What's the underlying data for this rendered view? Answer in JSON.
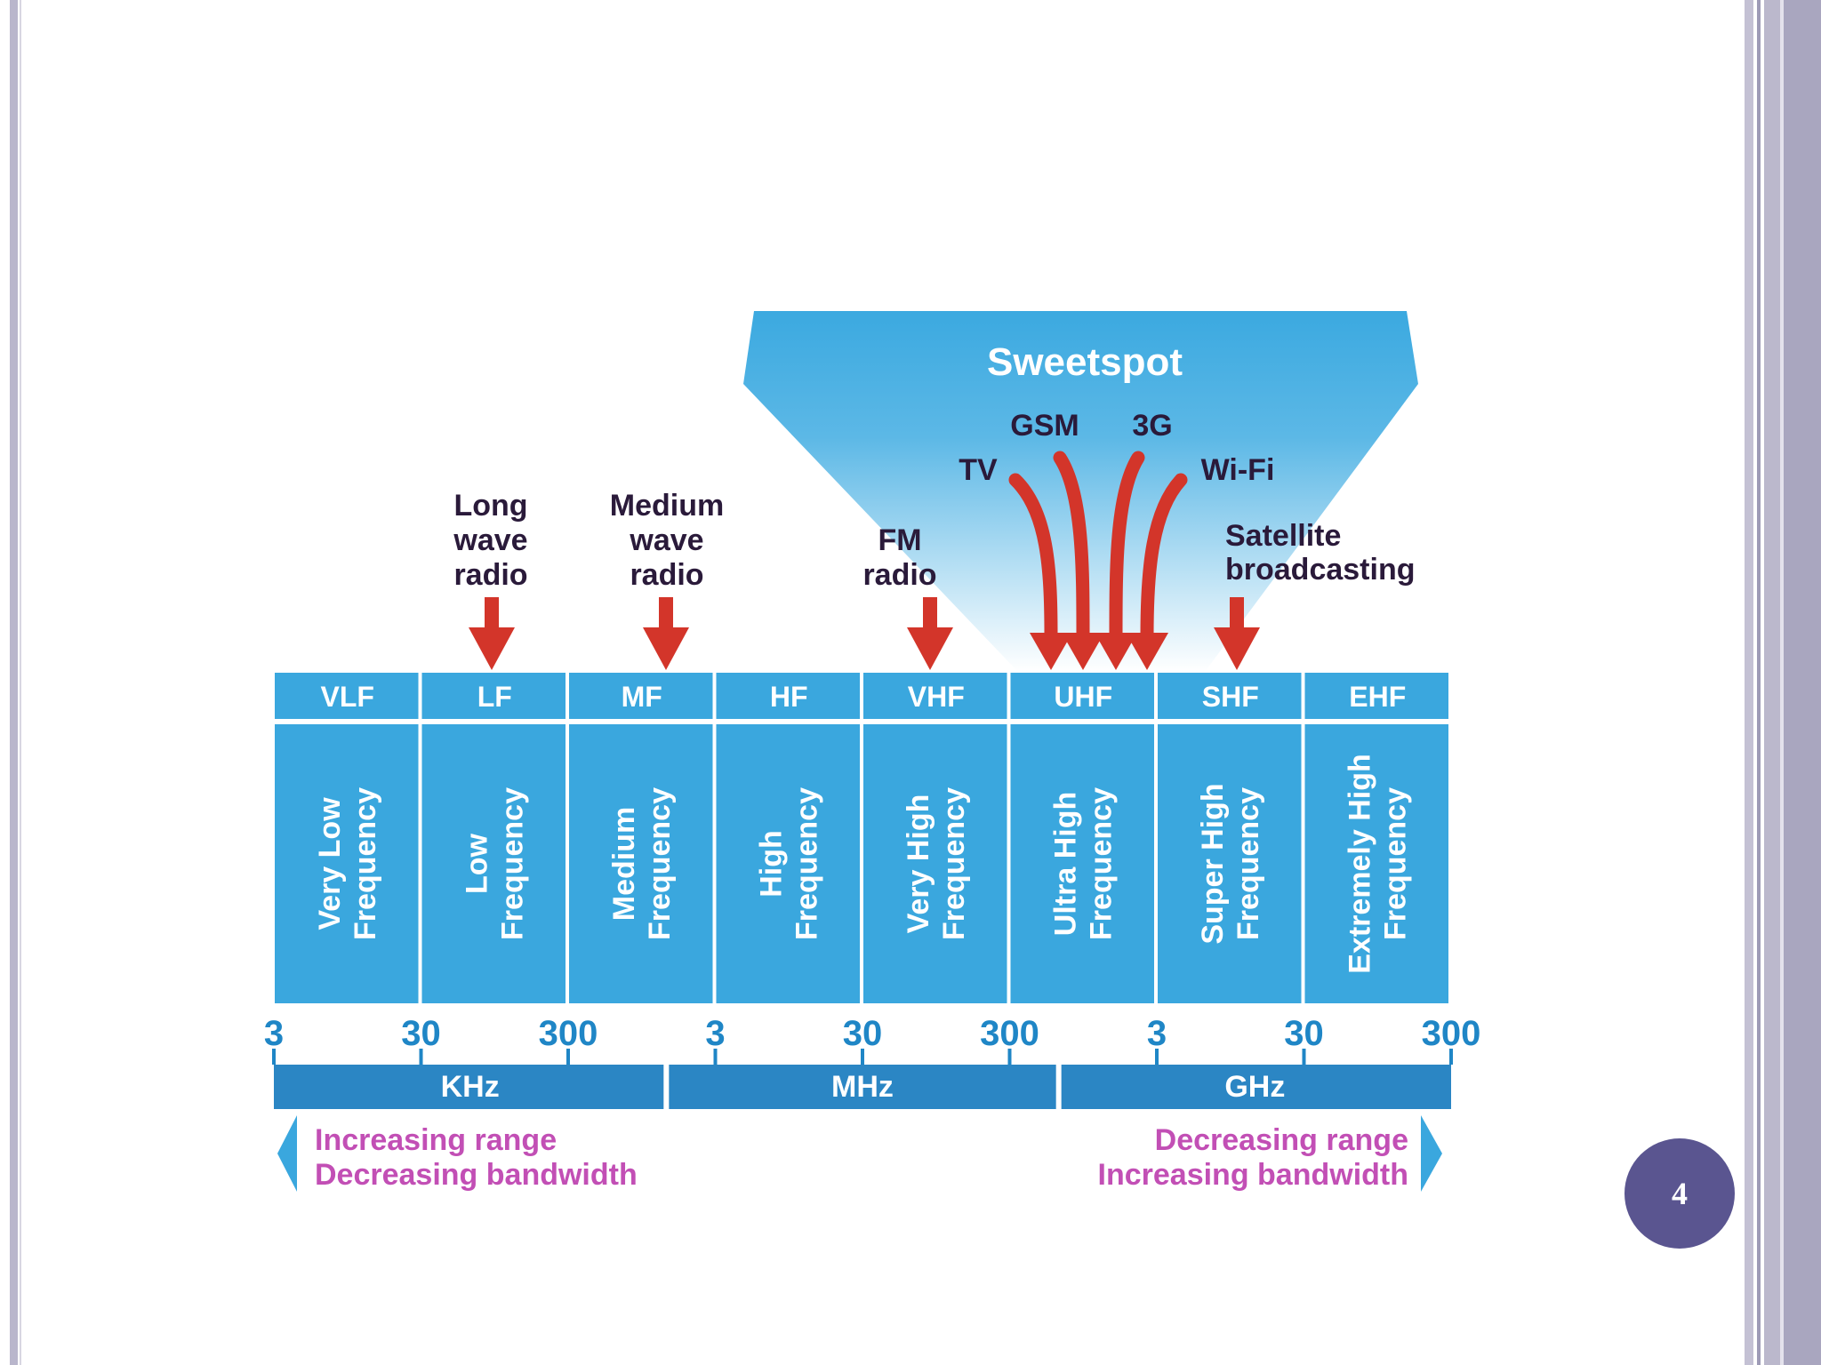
{
  "sweetspot": {
    "title": "Sweetspot",
    "applications": [
      "TV",
      "GSM",
      "3G",
      "Wi-Fi"
    ]
  },
  "applications": [
    {
      "lines": [
        "Long",
        "wave",
        "radio"
      ],
      "band": "LF"
    },
    {
      "lines": [
        "Medium",
        "wave",
        "radio"
      ],
      "band": "MF"
    },
    {
      "lines": [
        "FM",
        "radio"
      ],
      "band": "VHF"
    },
    {
      "lines": [
        "Satellite",
        "broadcasting"
      ],
      "band": "SHF"
    }
  ],
  "bands": [
    {
      "abbr": "VLF",
      "name_lines": [
        "Very Low",
        "Frequency"
      ]
    },
    {
      "abbr": "LF",
      "name_lines": [
        "Low",
        "Frequency"
      ]
    },
    {
      "abbr": "MF",
      "name_lines": [
        "Medium",
        "Frequency"
      ]
    },
    {
      "abbr": "HF",
      "name_lines": [
        "High",
        "Frequency"
      ]
    },
    {
      "abbr": "VHF",
      "name_lines": [
        "Very High",
        "Frequency"
      ]
    },
    {
      "abbr": "UHF",
      "name_lines": [
        "Ultra High",
        "Frequency"
      ]
    },
    {
      "abbr": "SHF",
      "name_lines": [
        "Super High",
        "Frequency"
      ]
    },
    {
      "abbr": "EHF",
      "name_lines": [
        "Extremely High",
        "Frequency"
      ]
    }
  ],
  "scale_ticks": [
    "3",
    "30",
    "300",
    "3",
    "30",
    "300",
    "3",
    "30",
    "300"
  ],
  "units": [
    "KHz",
    "MHz",
    "GHz"
  ],
  "left_trend": [
    "Increasing range",
    "Decreasing bandwidth"
  ],
  "right_trend": [
    "Decreasing range",
    "Increasing bandwidth"
  ],
  "page_number": "4",
  "colors": {
    "band_blue": "#3aa7de",
    "unit_bar": "#2b86c4",
    "tick_blue": "#1f86c6",
    "arrow_red": "#d3352a",
    "trend_magenta": "#c24fb5",
    "label_dark": "#2a1a3a",
    "page_badge": "#5a5590"
  }
}
